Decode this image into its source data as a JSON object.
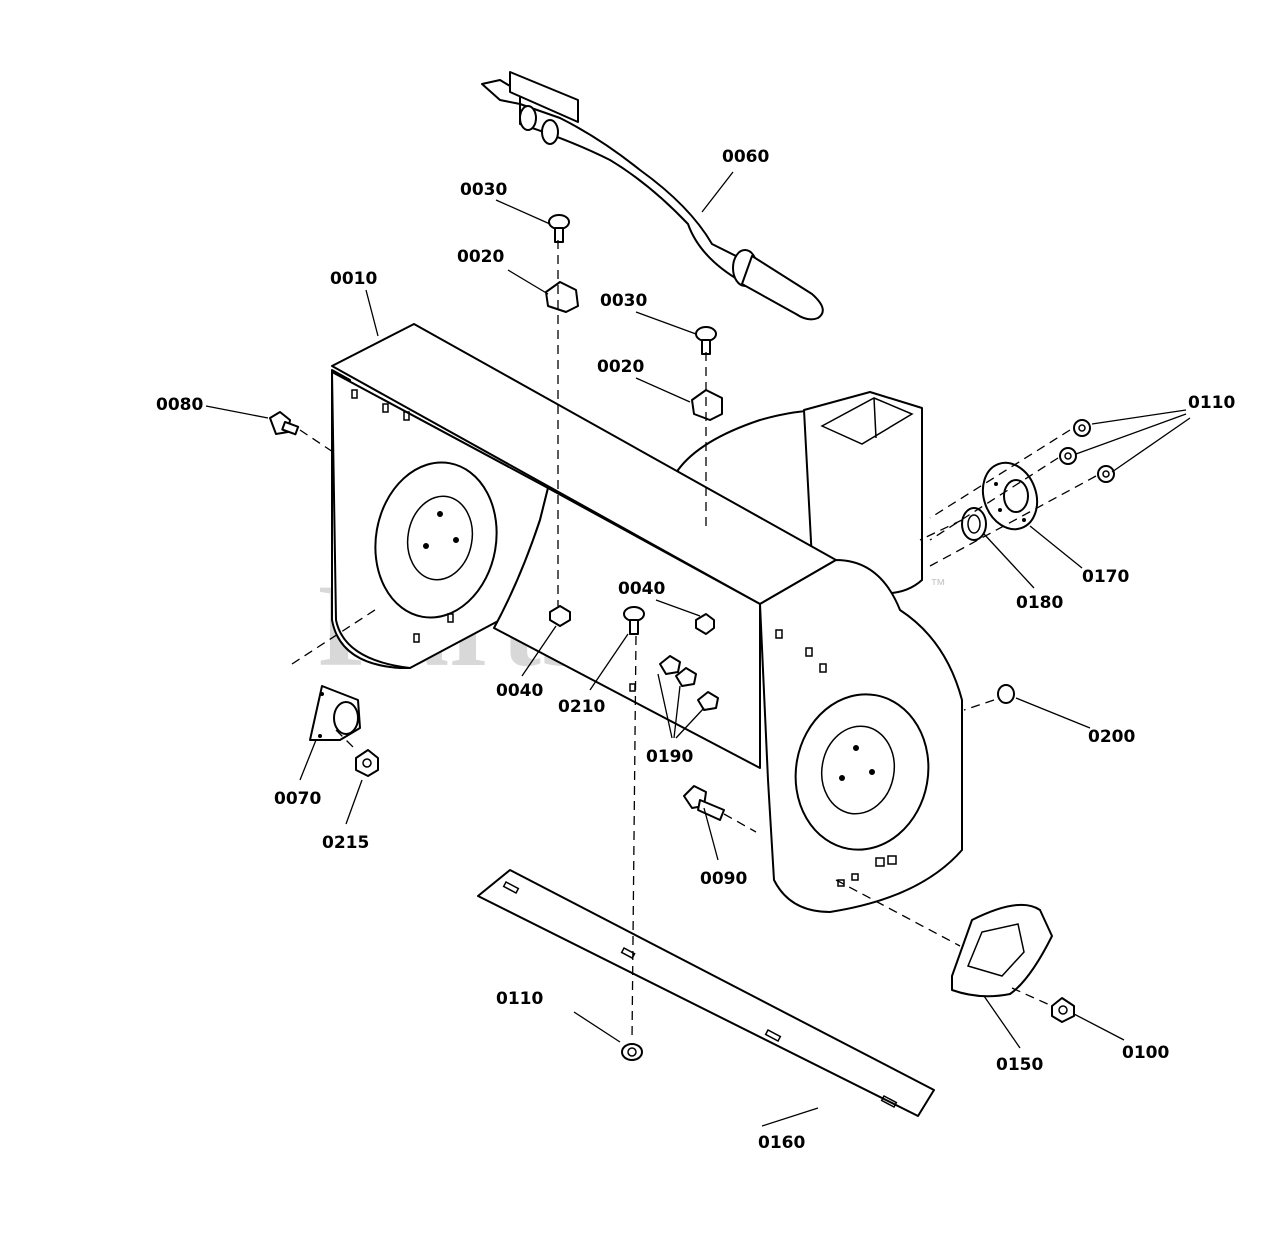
{
  "watermark": {
    "text": "PartsTree",
    "trademark": "™"
  },
  "callouts": {
    "c0060": "0060",
    "c0030a": "0030",
    "c0020a": "0020",
    "c0010": "0010",
    "c0030b": "0030",
    "c0020b": "0020",
    "c0080": "0080",
    "c0110a": "0110",
    "c0170": "0170",
    "c0180": "0180",
    "c0040a": "0040",
    "c0040b": "0040",
    "c0210": "0210",
    "c0190": "0190",
    "c0200": "0200",
    "c0070": "0070",
    "c0215": "0215",
    "c0090": "0090",
    "c0110b": "0110",
    "c0150": "0150",
    "c0100": "0100",
    "c0160": "0160"
  }
}
